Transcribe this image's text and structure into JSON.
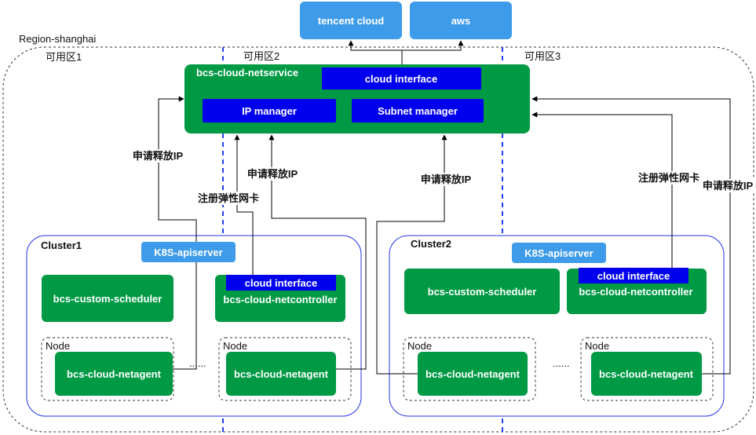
{
  "cloud": {
    "tencent": "tencent cloud",
    "aws": "aws"
  },
  "region": "Region-shanghai",
  "zones": [
    "可用区1",
    "可用区2",
    "可用区3"
  ],
  "netservice": {
    "title": "bcs-cloud-netservice",
    "cloud_interface": "cloud interface",
    "ip_manager": "IP manager",
    "subnet_manager": "Subnet manager"
  },
  "clusters": [
    {
      "name": "Cluster1",
      "apiserver": "K8S-apiserver",
      "scheduler": "bcs-custom-scheduler",
      "netcontroller": "bcs-cloud-netcontroller",
      "cloud_interface": "cloud interface",
      "node_label": "Node",
      "agent": "bcs-cloud-netagent",
      "ellipsis": "......"
    },
    {
      "name": "Cluster2",
      "apiserver": "K8S-apiserver",
      "scheduler": "bcs-custom-scheduler",
      "netcontroller": "bcs-cloud-netcontroller",
      "cloud_interface": "cloud interface",
      "node_label": "Node",
      "agent": "bcs-cloud-netagent",
      "ellipsis": "......"
    }
  ],
  "edge_labels": {
    "apply_release_ip": "申请释放IP",
    "register_eni": "注册弹性网卡"
  },
  "colors": {
    "green": "#009944",
    "blue": "#0000ee",
    "light_blue": "#3d9be9",
    "zone_line": "#1f3fff"
  }
}
